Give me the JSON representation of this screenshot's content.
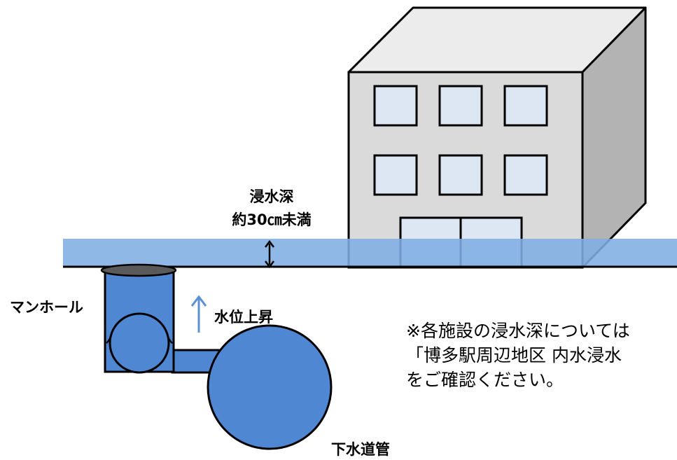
{
  "labels": {
    "depth_line1": "浸水深",
    "depth_line2": "約30㎝未満",
    "manhole": "マンホール",
    "water_rise": "水位上昇",
    "sewer_pipe": "下水道管"
  },
  "note": {
    "line1": "※各施設の浸水深については",
    "line2": "「博多駅周辺地区 内水浸水",
    "line3": "をご確認ください。"
  },
  "colors": {
    "flood_water": "#7faee3",
    "sewer_blue": "#4f87d3",
    "building_front": "#dadada",
    "building_side": "#b3b3b3",
    "window": "#dde7f4",
    "arrow_blue": "#5b8fd6"
  }
}
